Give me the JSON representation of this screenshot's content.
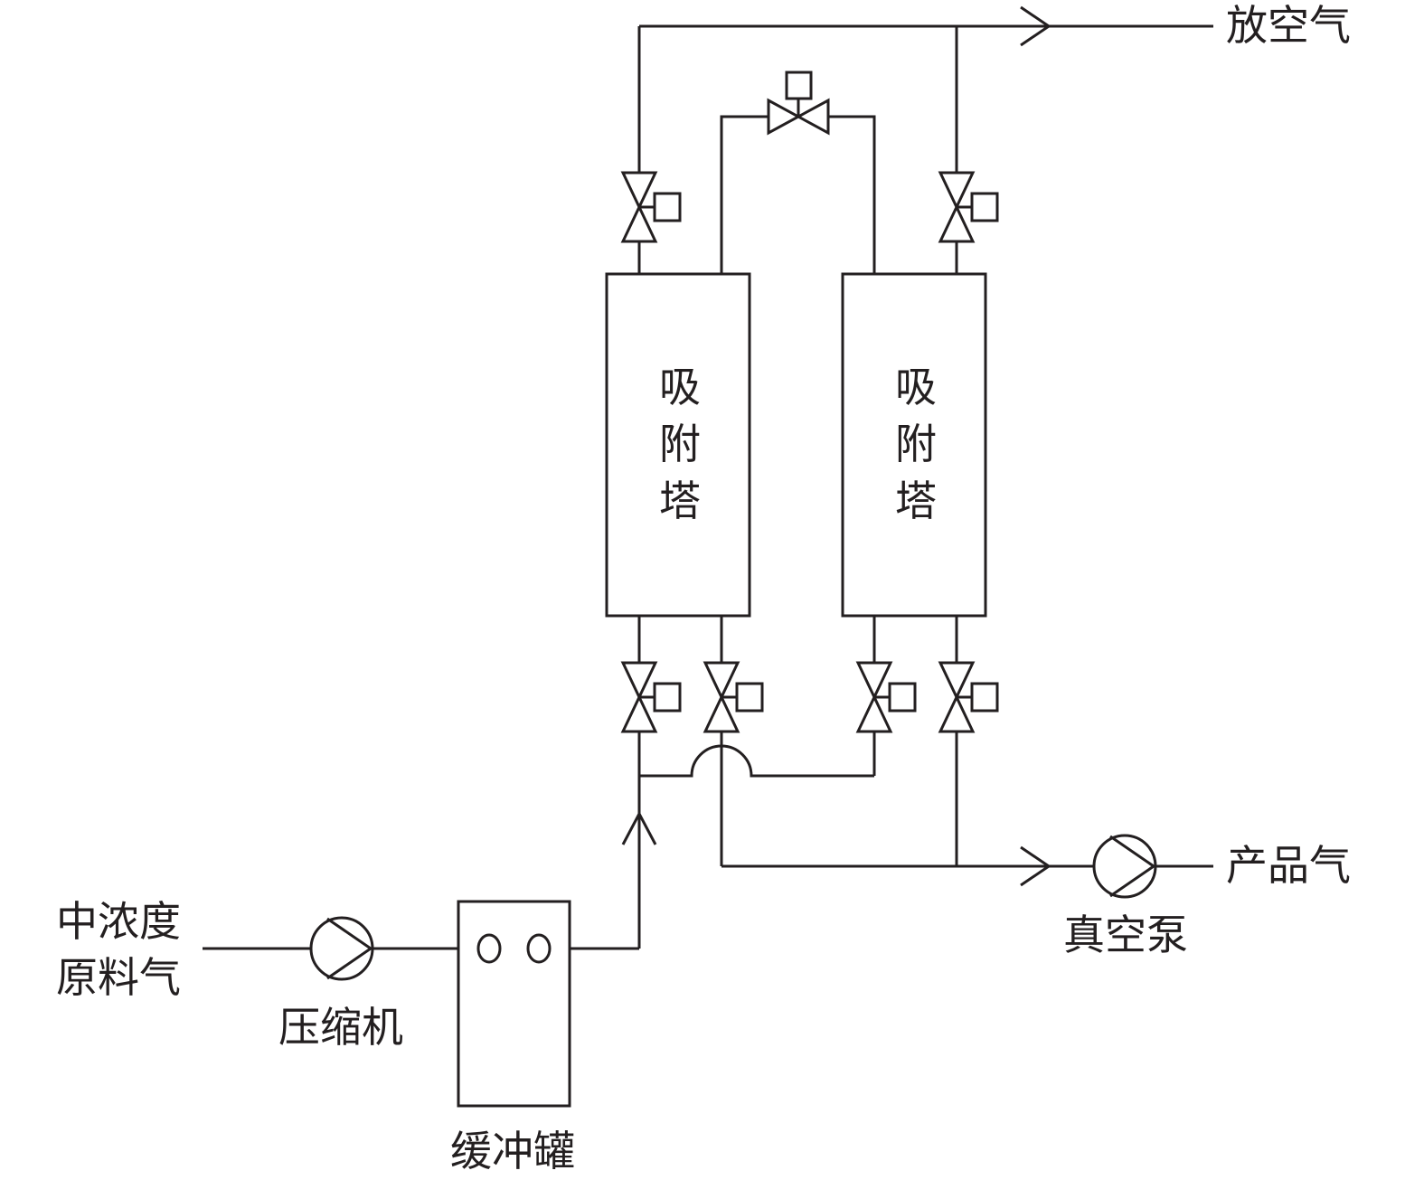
{
  "labels": {
    "feed_line1": "中浓度",
    "feed_line2": "原料气",
    "compressor": "压缩机",
    "buffer_tank": "缓冲罐",
    "tower_left": [
      "吸",
      "附",
      "塔"
    ],
    "tower_right": [
      "吸",
      "附",
      "塔"
    ],
    "vent_gas": "放空气",
    "product_gas": "产品气",
    "vacuum_pump": "真空泵"
  },
  "colors": {
    "line": "#231f20",
    "background": "#ffffff"
  }
}
